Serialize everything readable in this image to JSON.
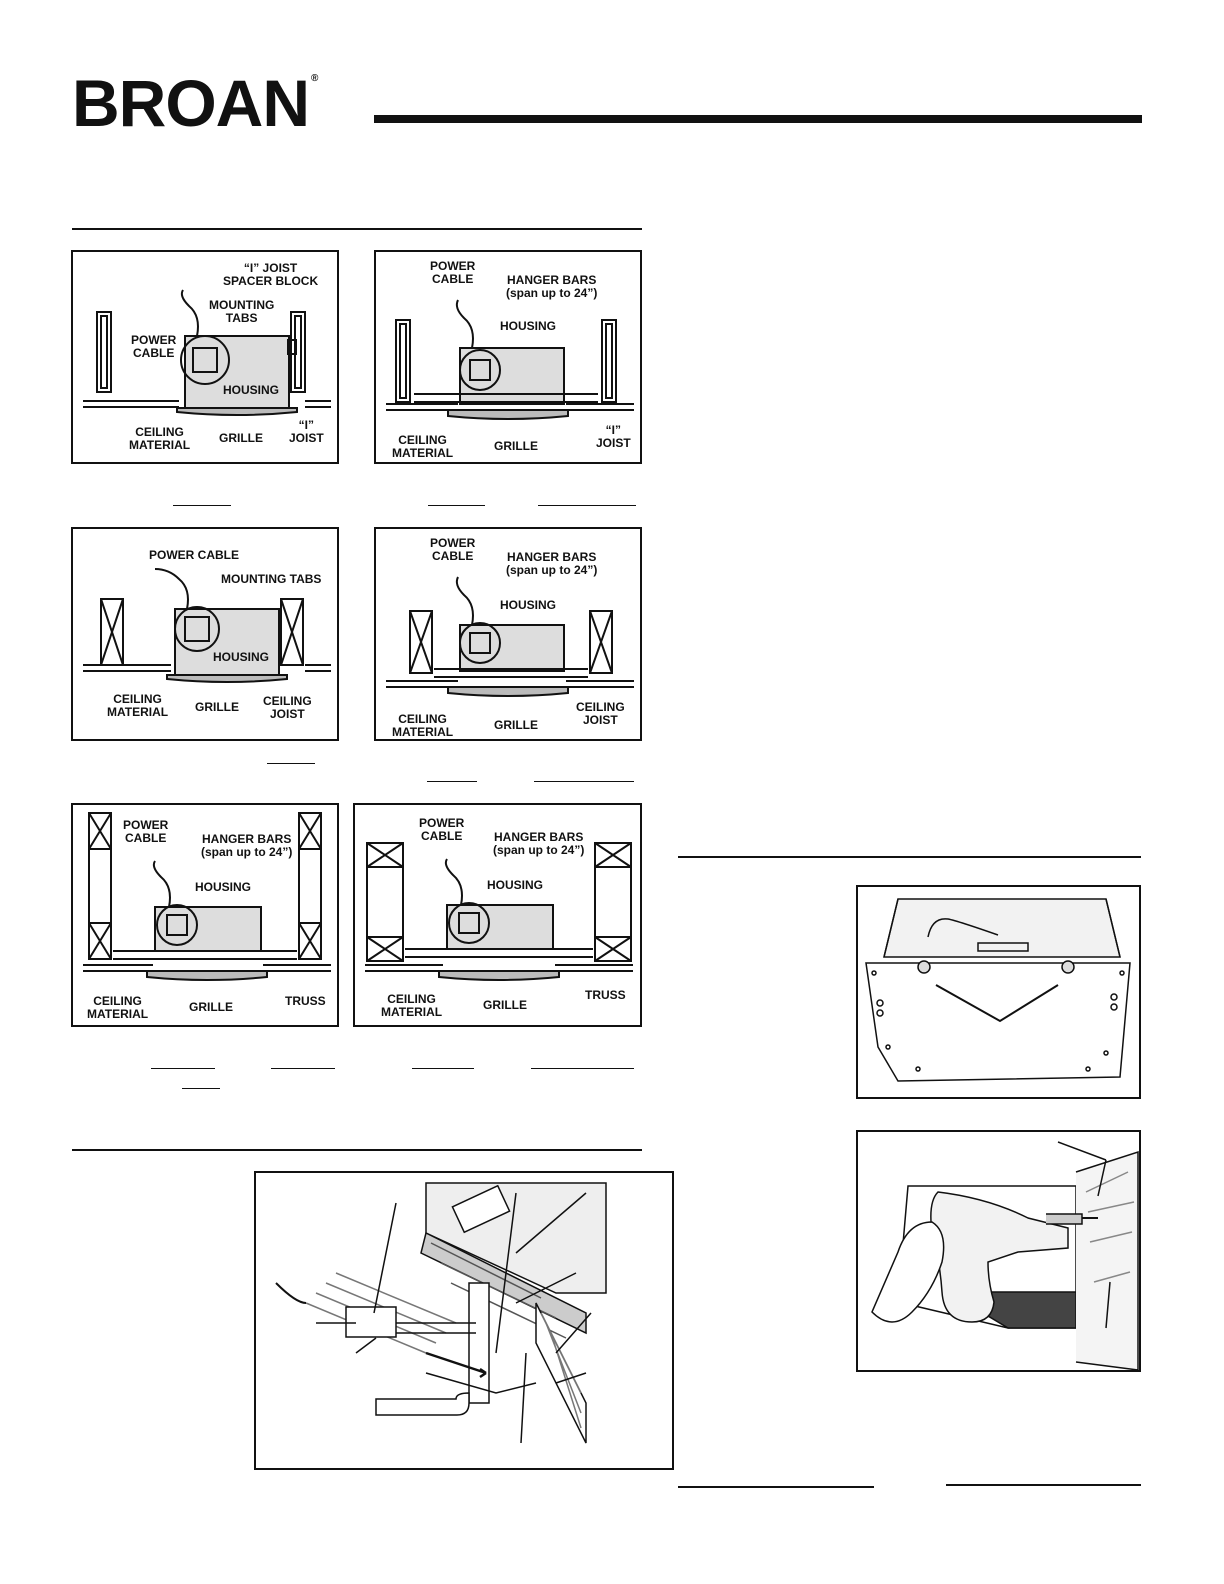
{
  "header": {
    "brand": "BROAN",
    "registered_mark": "®"
  },
  "figures": [
    {
      "id": "fig-i-joist-tabs",
      "labels": {
        "power_cable": "POWER\nCABLE",
        "spacer_block": "“I” JOIST\nSPACER BLOCK",
        "mounting_tabs": "MOUNTING\nTABS",
        "housing": "HOUSING",
        "ceiling_material": "CEILING\nMATERIAL",
        "grille": "GRILLE",
        "joist": "“I”\nJOIST"
      }
    },
    {
      "id": "fig-i-joist-hanger",
      "labels": {
        "power_cable": "POWER\nCABLE",
        "hanger_bars": "HANGER BARS\n(span up to 24”)",
        "housing": "HOUSING",
        "ceiling_material": "CEILING\nMATERIAL",
        "grille": "GRILLE",
        "joist": "“I”\nJOIST"
      }
    },
    {
      "id": "fig-joist-tabs",
      "labels": {
        "power_cable": "POWER CABLE",
        "mounting_tabs": "MOUNTING TABS",
        "housing": "HOUSING",
        "ceiling_material": "CEILING\nMATERIAL",
        "grille": "GRILLE",
        "joist": "CEILING\nJOIST"
      }
    },
    {
      "id": "fig-joist-hanger",
      "labels": {
        "power_cable": "POWER\nCABLE",
        "hanger_bars": "HANGER BARS\n(span up to 24”)",
        "housing": "HOUSING",
        "ceiling_material": "CEILING\nMATERIAL",
        "grille": "GRILLE",
        "joist": "CEILING\nJOIST"
      }
    },
    {
      "id": "fig-truss-1",
      "labels": {
        "power_cable": "POWER\nCABLE",
        "hanger_bars": "HANGER BARS\n(span up to 24”)",
        "housing": "HOUSING",
        "ceiling_material": "CEILING\nMATERIAL",
        "grille": "GRILLE",
        "truss": "TRUSS"
      }
    },
    {
      "id": "fig-truss-2",
      "labels": {
        "power_cable": "POWER\nCABLE",
        "hanger_bars": "HANGER BARS\n(span up to 24”)",
        "housing": "HOUSING",
        "ceiling_material": "CEILING\nMATERIAL",
        "grille": "GRILLE",
        "truss": "TRUSS"
      }
    }
  ]
}
